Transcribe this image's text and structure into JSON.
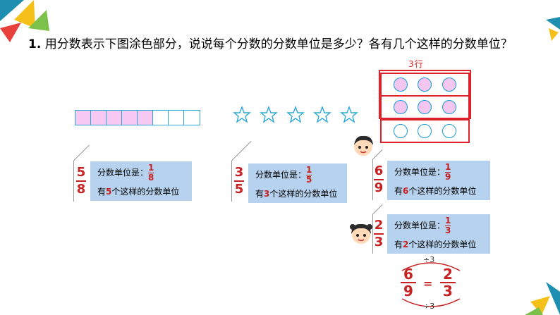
{
  "question": {
    "number": "1.",
    "text": "用分数表示下图涂色部分，说说每个分数的分数单位是多少？各有几个这样的分数单位？"
  },
  "bar": {
    "total": 8,
    "filled": 5
  },
  "stars": {
    "count": 5
  },
  "grid": {
    "title": "3行",
    "rows": [
      {
        "filled": true
      },
      {
        "filled": true
      },
      {
        "filled": false
      }
    ]
  },
  "cards": [
    {
      "big_num": "5",
      "big_den": "8",
      "unit_label": "分数单位是：",
      "unit_num": "1",
      "unit_den": "8",
      "count_prefix": "有",
      "count": "5",
      "count_suffix": "个这样的分数单位"
    },
    {
      "big_num": "3",
      "big_den": "5",
      "unit_label": "分数单位是：",
      "unit_num": "1",
      "unit_den": "5",
      "count_prefix": "有",
      "count": "3",
      "count_suffix": "个这样的分数单位"
    },
    {
      "big_num": "6",
      "big_den": "9",
      "unit_label": "分数单位是：",
      "unit_num": "1",
      "unit_den": "9",
      "count_prefix": "有",
      "count": "6",
      "count_suffix": "个这样的分数单位"
    },
    {
      "big_num": "2",
      "big_den": "3",
      "unit_label": "分数单位是：",
      "unit_num": "1",
      "unit_den": "3",
      "count_prefix": "有",
      "count": "2",
      "count_suffix": "个这样的分数单位"
    }
  ],
  "equation": {
    "top_op": "÷3",
    "bottom_op": "÷3",
    "left_num": "6",
    "left_den": "9",
    "equals": "=",
    "right_num": "2",
    "right_den": "3"
  },
  "colors": {
    "accent_red": "#c62020",
    "card_bg": "#b7d2ee",
    "fill_pink": "#f6c9f2",
    "outline_blue": "#2aa8d8"
  }
}
